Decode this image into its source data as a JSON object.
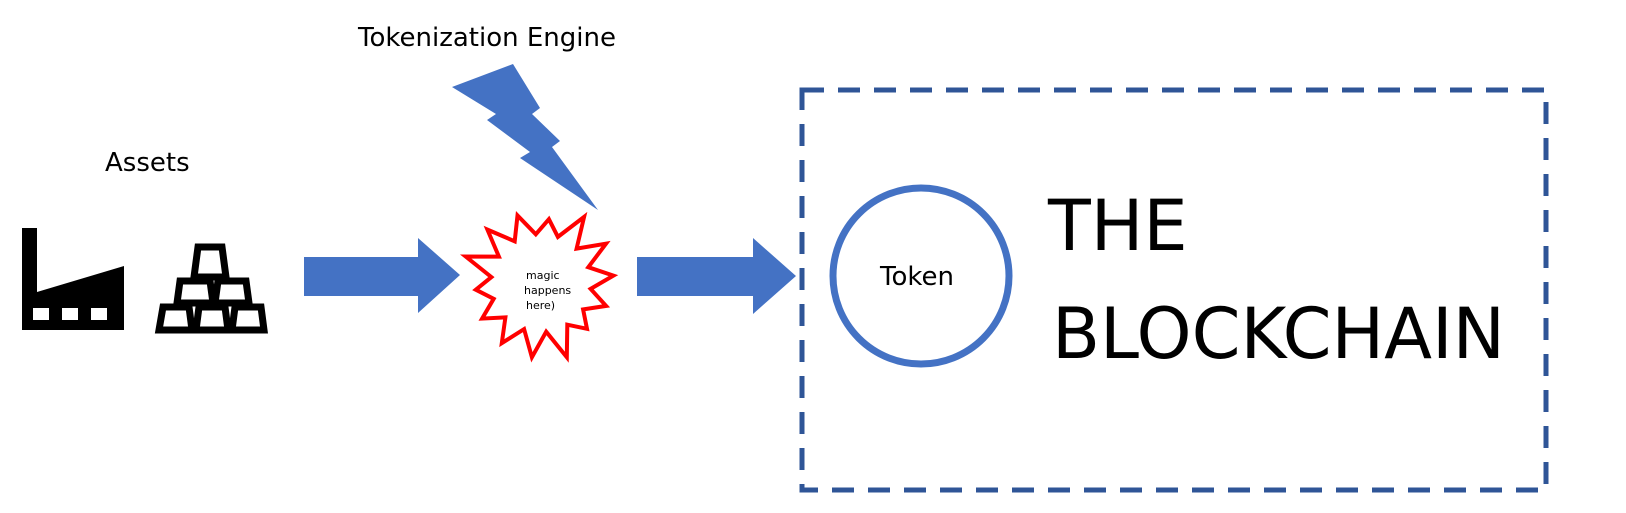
{
  "labels": {
    "assets": "Assets",
    "engine": "Tokenization Engine",
    "magic_line1": "magic",
    "magic_line2": "happens",
    "magic_line3": "here)",
    "token": "Token",
    "blockchain_line1": "THE",
    "blockchain_line2": "BLOCKCHAIN"
  },
  "icons": {
    "factory": "factory-icon",
    "gold_bars": "gold-bars-icon",
    "lightning": "lightning-bolt-icon",
    "explosion": "explosion-burst-icon"
  },
  "colors": {
    "arrow_blue": "#4472c4",
    "dashed_border": "#2f5597",
    "token_circle": "#4472c4",
    "burst_stroke": "#ff0000",
    "icon_black": "#000000"
  }
}
